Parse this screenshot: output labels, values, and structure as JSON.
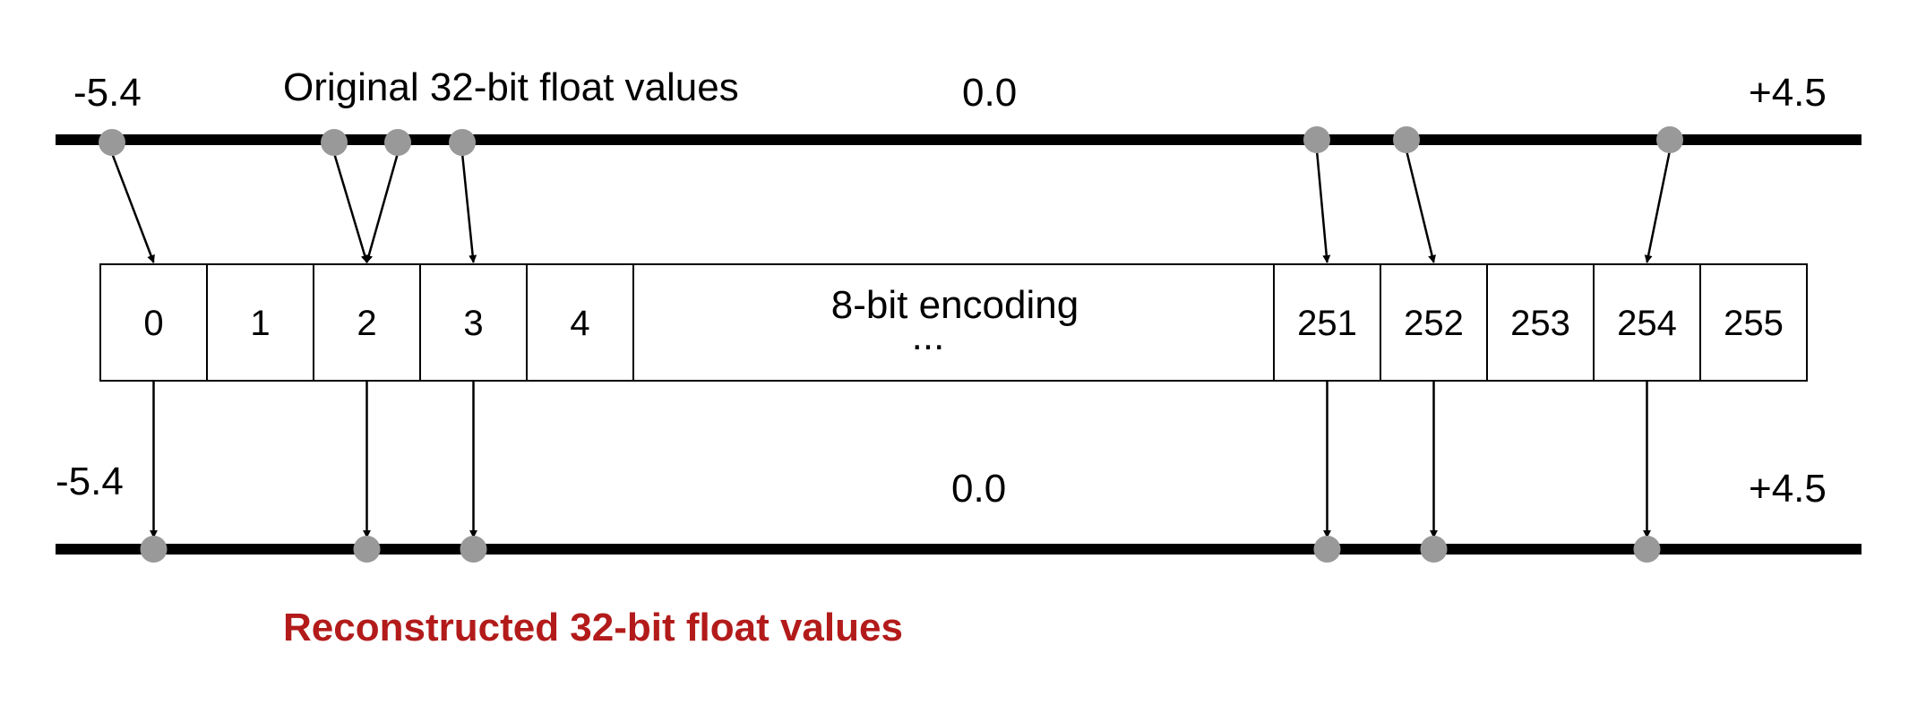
{
  "top_axis": {
    "left_label": "-5.4",
    "title": "Original 32-bit float values",
    "center_label": "0.0",
    "right_label": "+4.5"
  },
  "encoding": {
    "cells": [
      "0",
      "1",
      "2",
      "3",
      "4",
      "",
      "251",
      "252",
      "253",
      "254",
      "255"
    ],
    "middle_label": "8-bit encoding",
    "middle_ellipsis": "..."
  },
  "bottom_axis": {
    "left_label": "-5.4",
    "center_label": "0.0",
    "right_label": "+4.5",
    "title": "Reconstructed 32-bit float values"
  },
  "colors": {
    "line": "#000000",
    "dot": "#999999",
    "title_red": "#b31b1b"
  }
}
